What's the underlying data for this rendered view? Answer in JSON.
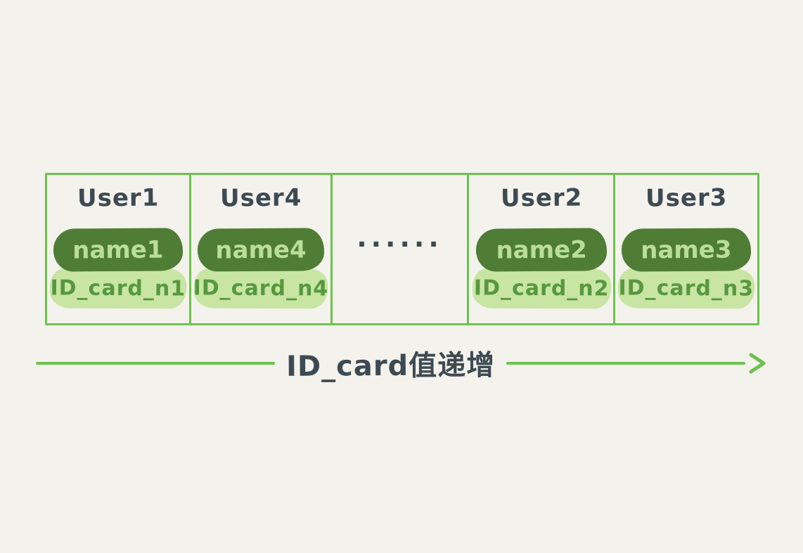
{
  "colors": {
    "background": "#f4f2ec",
    "border_green": "#6cc24f",
    "arrow_green": "#6cc24f",
    "name_pill_bg": "#4f7d35",
    "name_pill_text": "#bade98",
    "id_pill_bg": "#c8e5a4",
    "id_pill_text": "#57983f",
    "title_text": "#3e4a52"
  },
  "table": {
    "cells": [
      {
        "type": "user",
        "title": "User1",
        "name": "name1",
        "id_card": "ID_card_n1"
      },
      {
        "type": "user",
        "title": "User4",
        "name": "name4",
        "id_card": "ID_card_n4"
      },
      {
        "type": "ellipsis",
        "text": "......"
      },
      {
        "type": "user",
        "title": "User2",
        "name": "name2",
        "id_card": "ID_card_n2"
      },
      {
        "type": "user",
        "title": "User3",
        "name": "name3",
        "id_card": "ID_card_n3"
      }
    ]
  },
  "arrow": {
    "label": "ID_card值递增"
  }
}
